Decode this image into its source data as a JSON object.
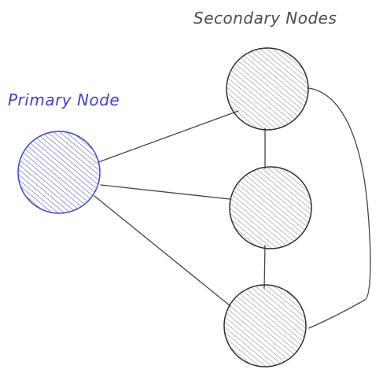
{
  "labels": {
    "primary": "Primary Node",
    "secondary": "Secondary Nodes"
  },
  "colors": {
    "primary_stroke": "#3b44c6",
    "primary_fill": "#4a55c8",
    "primary_label": "#3b44c6",
    "secondary_stroke": "#2d2d2d",
    "secondary_fill": "#8a8a8a",
    "secondary_label": "#4a4a4a",
    "edge": "#444444",
    "background": "#ffffff"
  },
  "nodes": [
    {
      "id": "primary",
      "group": "primary"
    },
    {
      "id": "secondary-top",
      "group": "secondary"
    },
    {
      "id": "secondary-middle",
      "group": "secondary"
    },
    {
      "id": "secondary-bottom",
      "group": "secondary"
    }
  ],
  "edges": [
    {
      "from": "primary",
      "to": "secondary-top"
    },
    {
      "from": "primary",
      "to": "secondary-middle"
    },
    {
      "from": "primary",
      "to": "secondary-bottom"
    },
    {
      "from": "secondary-top",
      "to": "secondary-middle"
    },
    {
      "from": "secondary-middle",
      "to": "secondary-bottom"
    },
    {
      "from": "secondary-top",
      "to": "secondary-bottom",
      "curved": true
    }
  ]
}
